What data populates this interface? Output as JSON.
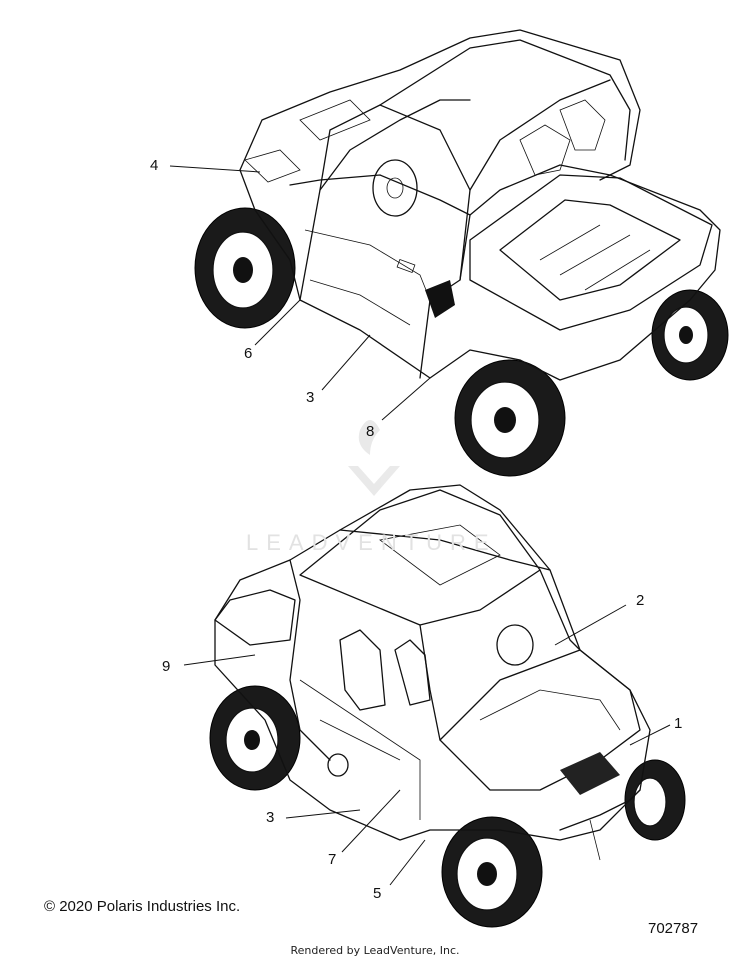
{
  "callouts": [
    {
      "id": "4",
      "label": "4"
    },
    {
      "id": "6",
      "label": "6"
    },
    {
      "id": "3a",
      "label": "3"
    },
    {
      "id": "8",
      "label": "8"
    },
    {
      "id": "2",
      "label": "2"
    },
    {
      "id": "9",
      "label": "9"
    },
    {
      "id": "1",
      "label": "1"
    },
    {
      "id": "3b",
      "label": "3"
    },
    {
      "id": "7",
      "label": "7"
    },
    {
      "id": "5",
      "label": "5"
    }
  ],
  "footer": {
    "copyright": "© 2020 Polaris Industries Inc.",
    "part_number": "702787",
    "rendered_by": "Rendered by LeadVenture, Inc."
  },
  "watermark": {
    "text": "LEADVENTURE"
  }
}
